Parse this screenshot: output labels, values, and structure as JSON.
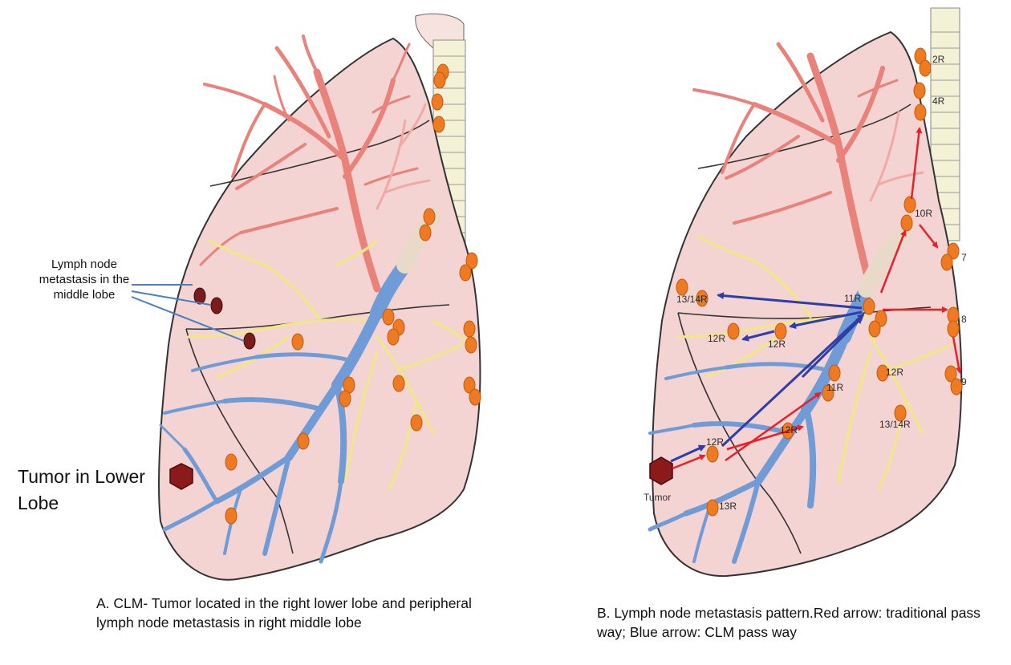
{
  "panel_a": {
    "lymph_label": "Lymph node metastasis in the middle lobe",
    "tumor_label": "Tumor in Lower Lobe",
    "caption": "A. CLM- Tumor located in the right lower lobe and peripheral lymph node metastasis in right middle lobe"
  },
  "panel_b": {
    "caption": "B. Lymph node metastasis pattern.Red arrow: traditional pass way; Blue arrow: CLM pass way",
    "tumor_label": "Tumor",
    "node_labels": [
      "2R",
      "4R",
      "10R",
      "7",
      "8",
      "9",
      "11R",
      "11R",
      "13/14R",
      "12R",
      "12R",
      "12R",
      "13/14R",
      "12R",
      "12R",
      "13R"
    ]
  },
  "colors": {
    "lung_fill": "#f4d4d2",
    "lung_outline": "#333333",
    "pulmonary_artery": "#e8827a",
    "bronchus": "#6f9bd6",
    "vein": "#f0e68c",
    "lymph_node": "#ee7a22",
    "metastasis_node": "#7b1c1c",
    "tumor": "#8b1a1a",
    "red_arrow": "#e8202a",
    "blue_arrow": "#2e3ea8",
    "pointer_line": "#4a7fc0",
    "trachea": "#f3f1d6"
  }
}
